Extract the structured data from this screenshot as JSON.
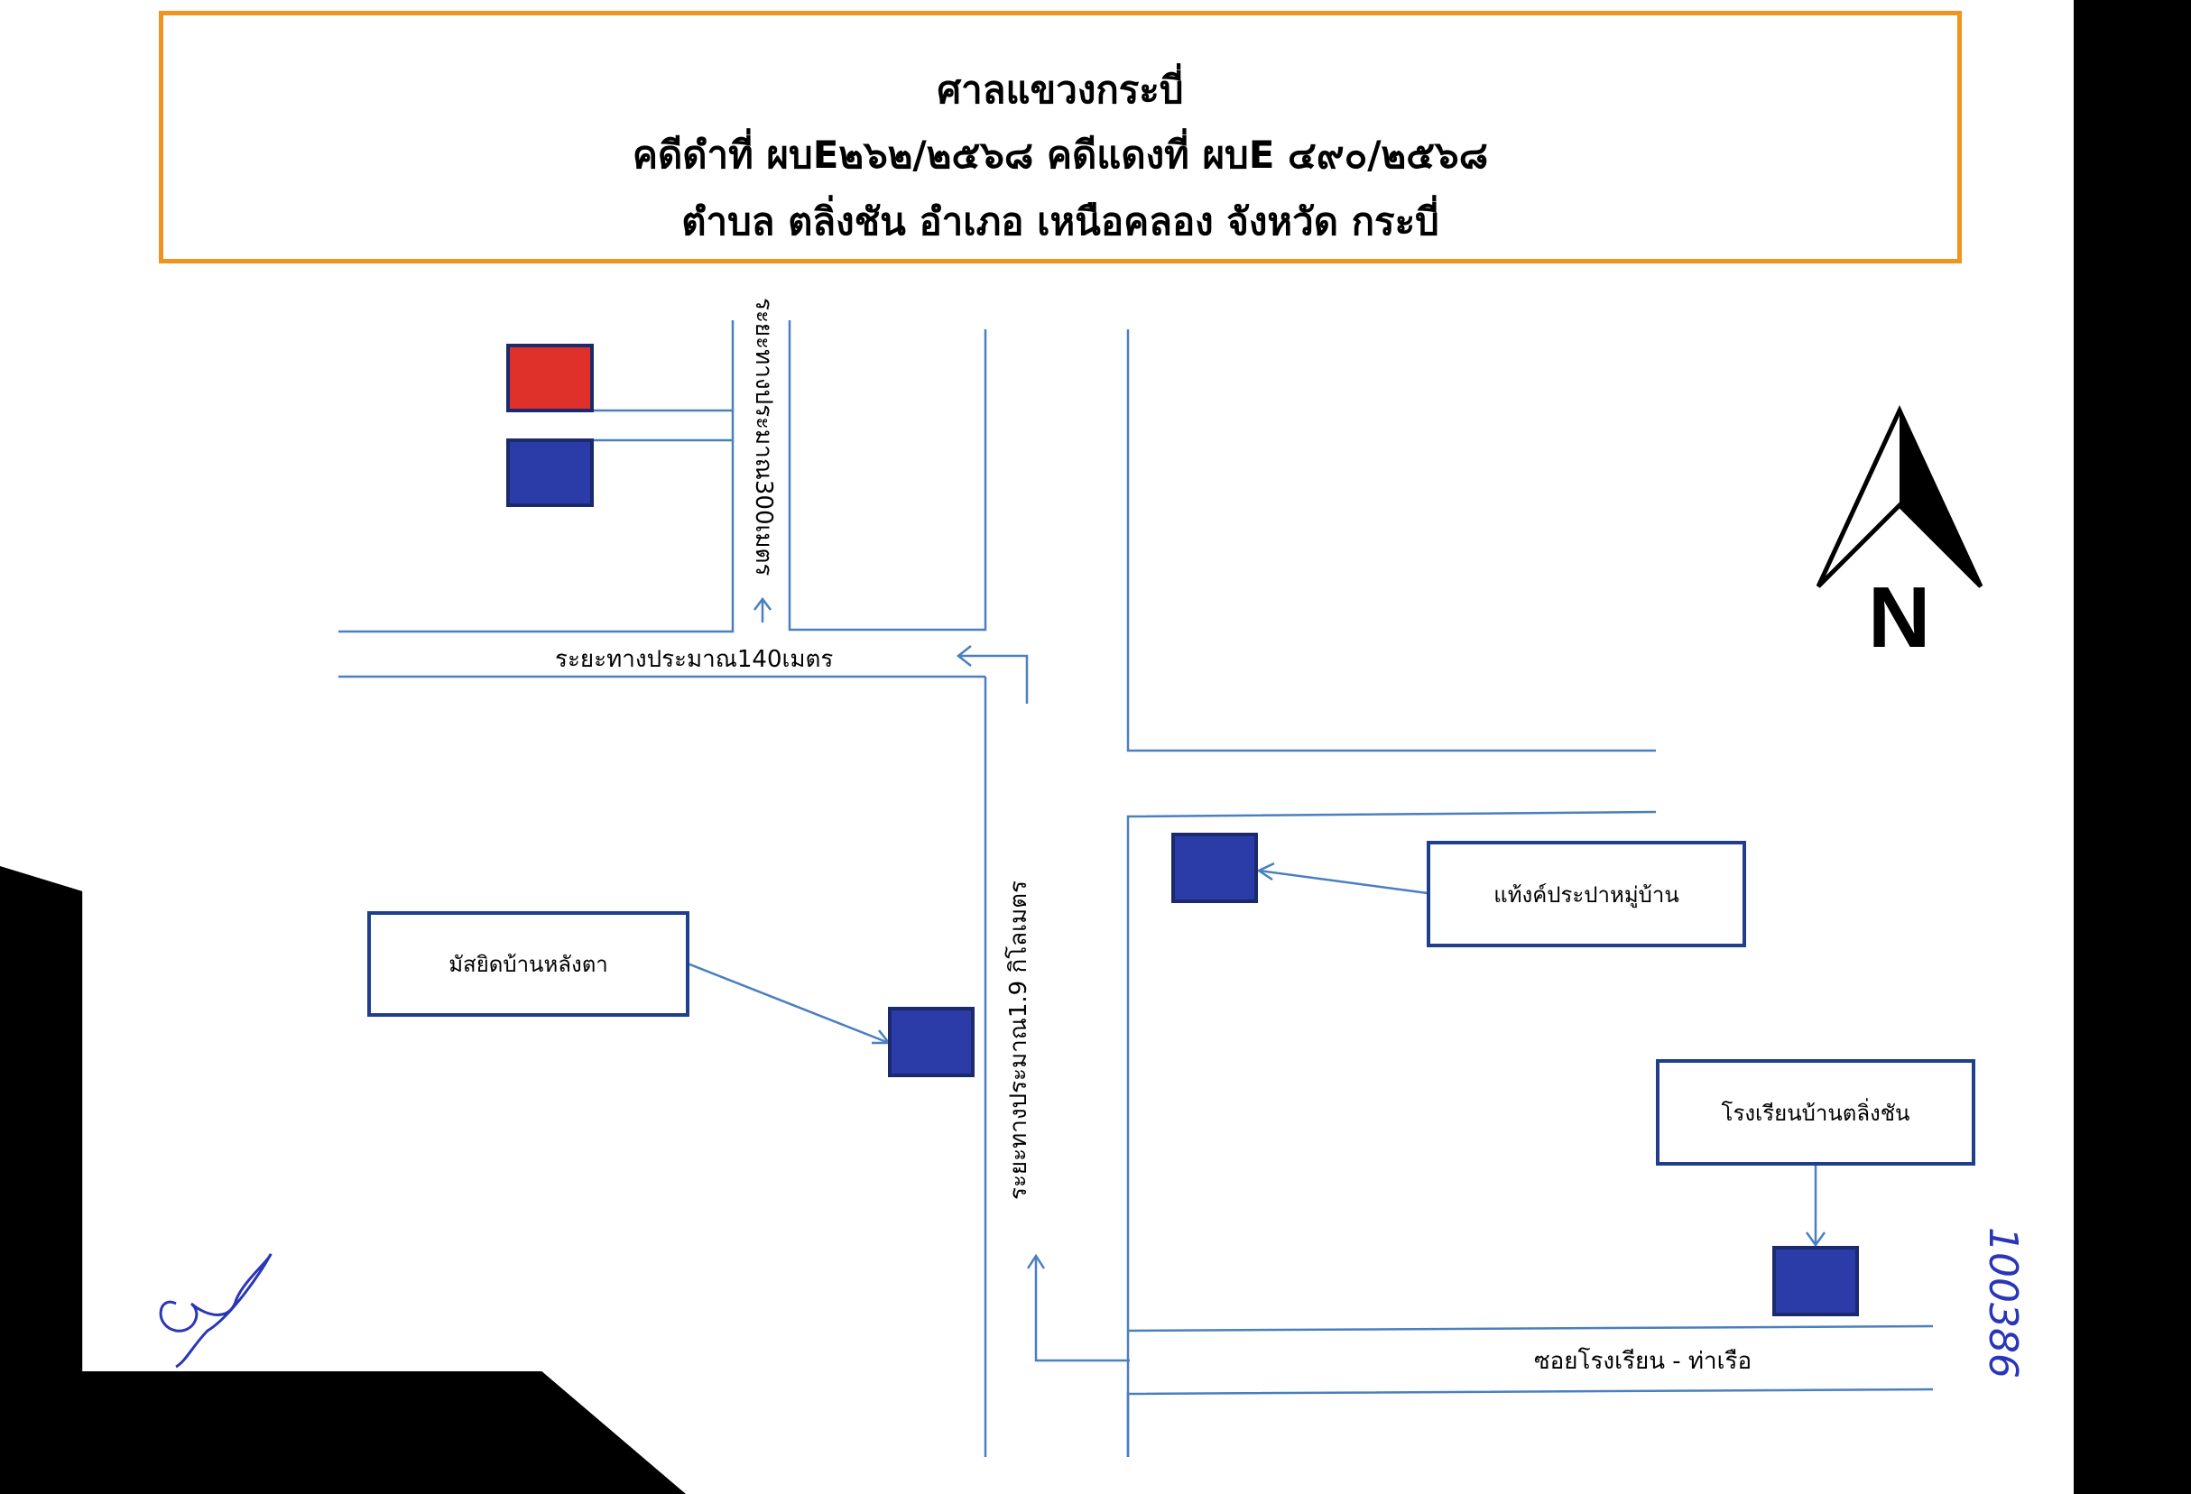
{
  "header": {
    "court": "ศาลแขวงกระบี่",
    "case_line": "คดีดำที่ ผบE๒๖๒/๒๕๖๘  คดีแดงที่ ผบE ๔๙๐/๒๕๖๘",
    "location_line": "ตำบล  ตลิ่งชัน อำเภอ   เหนือคลอง   จังหวัด   กระบี่"
  },
  "labels": {
    "dist_300": "ระยะทางประมาณ300เมตร",
    "dist_140": "ระยะทางประมาณ140เมตร",
    "dist_1_9": "ระยะทางประมาณ1.9 กิโลเมตร",
    "road": "ซอยโรงเรียน - ท่าเรือ",
    "north": "N",
    "handwritten_number": "100386"
  },
  "boxes": {
    "mosque": "มัสยิดบ้านหลังตา",
    "water_tank": "แท้งค์ประปาหมู่บ้าน",
    "school": "โรงเรียนบ้านตลิ่งชัน"
  },
  "colors": {
    "header_border": "#f0931f",
    "road_line": "#4a7fc0",
    "building_blue": "#2b3ca8",
    "target_red": "#e0302a",
    "box_border": "#1f3f8c"
  }
}
